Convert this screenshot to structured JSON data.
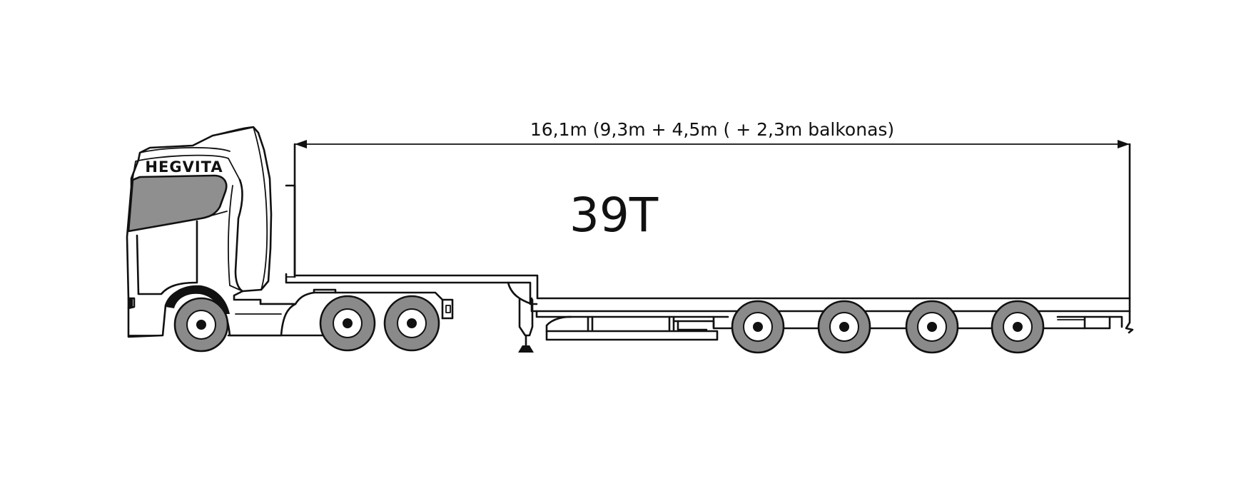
{
  "diagram": {
    "dimension_label": "16,1m (9,3m + 4,5m ( + 2,3m balkonas)",
    "capacity_label": "39T",
    "brand_label": "HEGVITA",
    "colors": {
      "line": "#111111",
      "tyre": "#8a8a8a",
      "glass": "#8f8f8f",
      "background": "#ffffff"
    },
    "icons": {
      "dimension_arrow": "double-arrow-icon",
      "wheel": "wheel-icon"
    }
  }
}
